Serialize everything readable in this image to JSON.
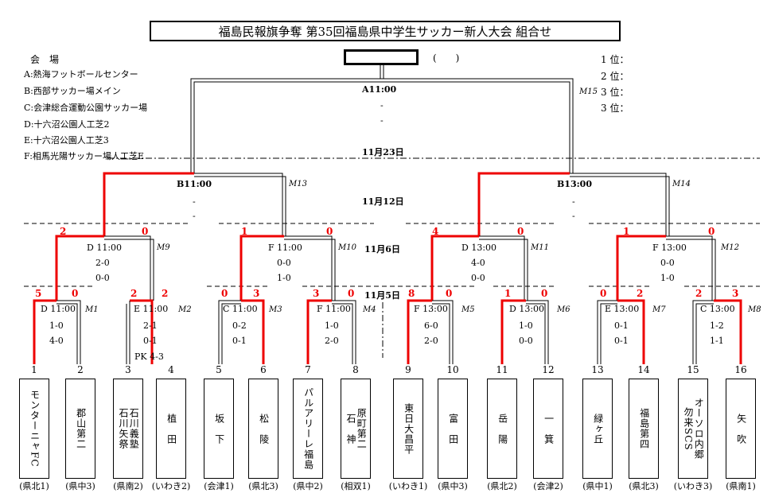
{
  "title": "福島民報旗争奪 第35回福島県中学生サッカー新人大会 組合せ",
  "venue_heading": "会　場",
  "venues": [
    "A:熱海フットボールセンター",
    "B:西部サッカー場メイン",
    "C:会津総合運動公園サッカー場",
    "D:十六沼公園人工芝2",
    "E:十六沼公園人工芝3",
    "F:相馬光陽サッカー場人工芝E"
  ],
  "winner_paren": "(　　)",
  "ranks": [
    "1 位：",
    "2 位：",
    "3 位：",
    "3 位："
  ],
  "dates": {
    "d1": "11月23日",
    "d2": "11月12日",
    "d3": "11月6日",
    "d4": "11月5日"
  },
  "final": {
    "time": "A11:00",
    "label": "M15",
    "s1": "-",
    "s2": "-"
  },
  "semis": [
    {
      "time": "B11:00",
      "label": "M13",
      "s1": "-",
      "s2": "-"
    },
    {
      "time": "B13:00",
      "label": "M14",
      "s1": "-",
      "s2": "-"
    }
  ],
  "quarters": [
    {
      "time": "D 11:00",
      "label": "M9",
      "s1": "2-0",
      "s2": "0-0",
      "left": "2",
      "right": "0"
    },
    {
      "time": "F 11:00",
      "label": "M10",
      "s1": "0-0",
      "s2": "1-0",
      "left": "1",
      "right": "0"
    },
    {
      "time": "D 13:00",
      "label": "M11",
      "s1": "4-0",
      "s2": "0-0",
      "left": "4",
      "right": "0"
    },
    {
      "time": "F 13:00",
      "label": "M12",
      "s1": "0-0",
      "s2": "1-0",
      "left": "1",
      "right": "0"
    }
  ],
  "round1": [
    {
      "time": "D 11:00",
      "label": "M1",
      "s1": "1-0",
      "s2": "4-0",
      "s3": "",
      "left": "5",
      "right": "0"
    },
    {
      "time": "E 11:00",
      "label": "M2",
      "s1": "2-1",
      "s2": "0-1",
      "s3": "PK 4-3",
      "left": "2",
      "right": "2"
    },
    {
      "time": "C 11:00",
      "label": "M3",
      "s1": "0-2",
      "s2": "0-1",
      "s3": "",
      "left": "0",
      "right": "3"
    },
    {
      "time": "F 11:00",
      "label": "M4",
      "s1": "1-0",
      "s2": "2-0",
      "s3": "",
      "left": "3",
      "right": "0"
    },
    {
      "time": "F 13:00",
      "label": "M5",
      "s1": "6-0",
      "s2": "2-0",
      "s3": "",
      "left": "8",
      "right": "0"
    },
    {
      "time": "D 13:00",
      "label": "M6",
      "s1": "1-0",
      "s2": "0-0",
      "s3": "",
      "left": "1",
      "right": "0"
    },
    {
      "time": "E 13:00",
      "label": "M7",
      "s1": "0-1",
      "s2": "0-1",
      "s3": "",
      "left": "0",
      "right": "2"
    },
    {
      "time": "C 13:00",
      "label": "M8",
      "s1": "1-2",
      "s2": "1-1",
      "s3": "",
      "left": "2",
      "right": "3"
    }
  ],
  "teams": [
    {
      "num": "1",
      "name": "モンターニャFC",
      "pref": "(県北1)"
    },
    {
      "num": "2",
      "name": "郡山第二",
      "pref": "(県中3)"
    },
    {
      "num": "3",
      "name": "石川義塾",
      "name2": "石川矢祭",
      "pref": "(県南2)"
    },
    {
      "num": "4",
      "name": "植　田",
      "pref": "(いわき2)"
    },
    {
      "num": "5",
      "name": "坂　下",
      "pref": "(会津1)"
    },
    {
      "num": "6",
      "name": "松　陵",
      "pref": "(県北3)"
    },
    {
      "num": "7",
      "name": "パルアリーレ福島",
      "pref": "(県中2)"
    },
    {
      "num": "8",
      "name": "原町第二",
      "name2": "石　神",
      "pref": "(相双1)"
    },
    {
      "num": "9",
      "name": "東日大昌平",
      "pref": "(いわき1)"
    },
    {
      "num": "10",
      "name": "富　田",
      "pref": "(県中3)"
    },
    {
      "num": "11",
      "name": "岳　陽",
      "pref": "(県北2)"
    },
    {
      "num": "12",
      "name": "一　箕",
      "pref": "(会津2)"
    },
    {
      "num": "13",
      "name": "緑ヶ丘",
      "pref": "(県中1)"
    },
    {
      "num": "14",
      "name": "福島第四",
      "pref": "(県北3)"
    },
    {
      "num": "15",
      "name": "オーソロ内郷",
      "name2": "勿来SCS",
      "pref": "(いわき3)"
    },
    {
      "num": "16",
      "name": "矢　吹",
      "pref": "(県南1)"
    }
  ]
}
